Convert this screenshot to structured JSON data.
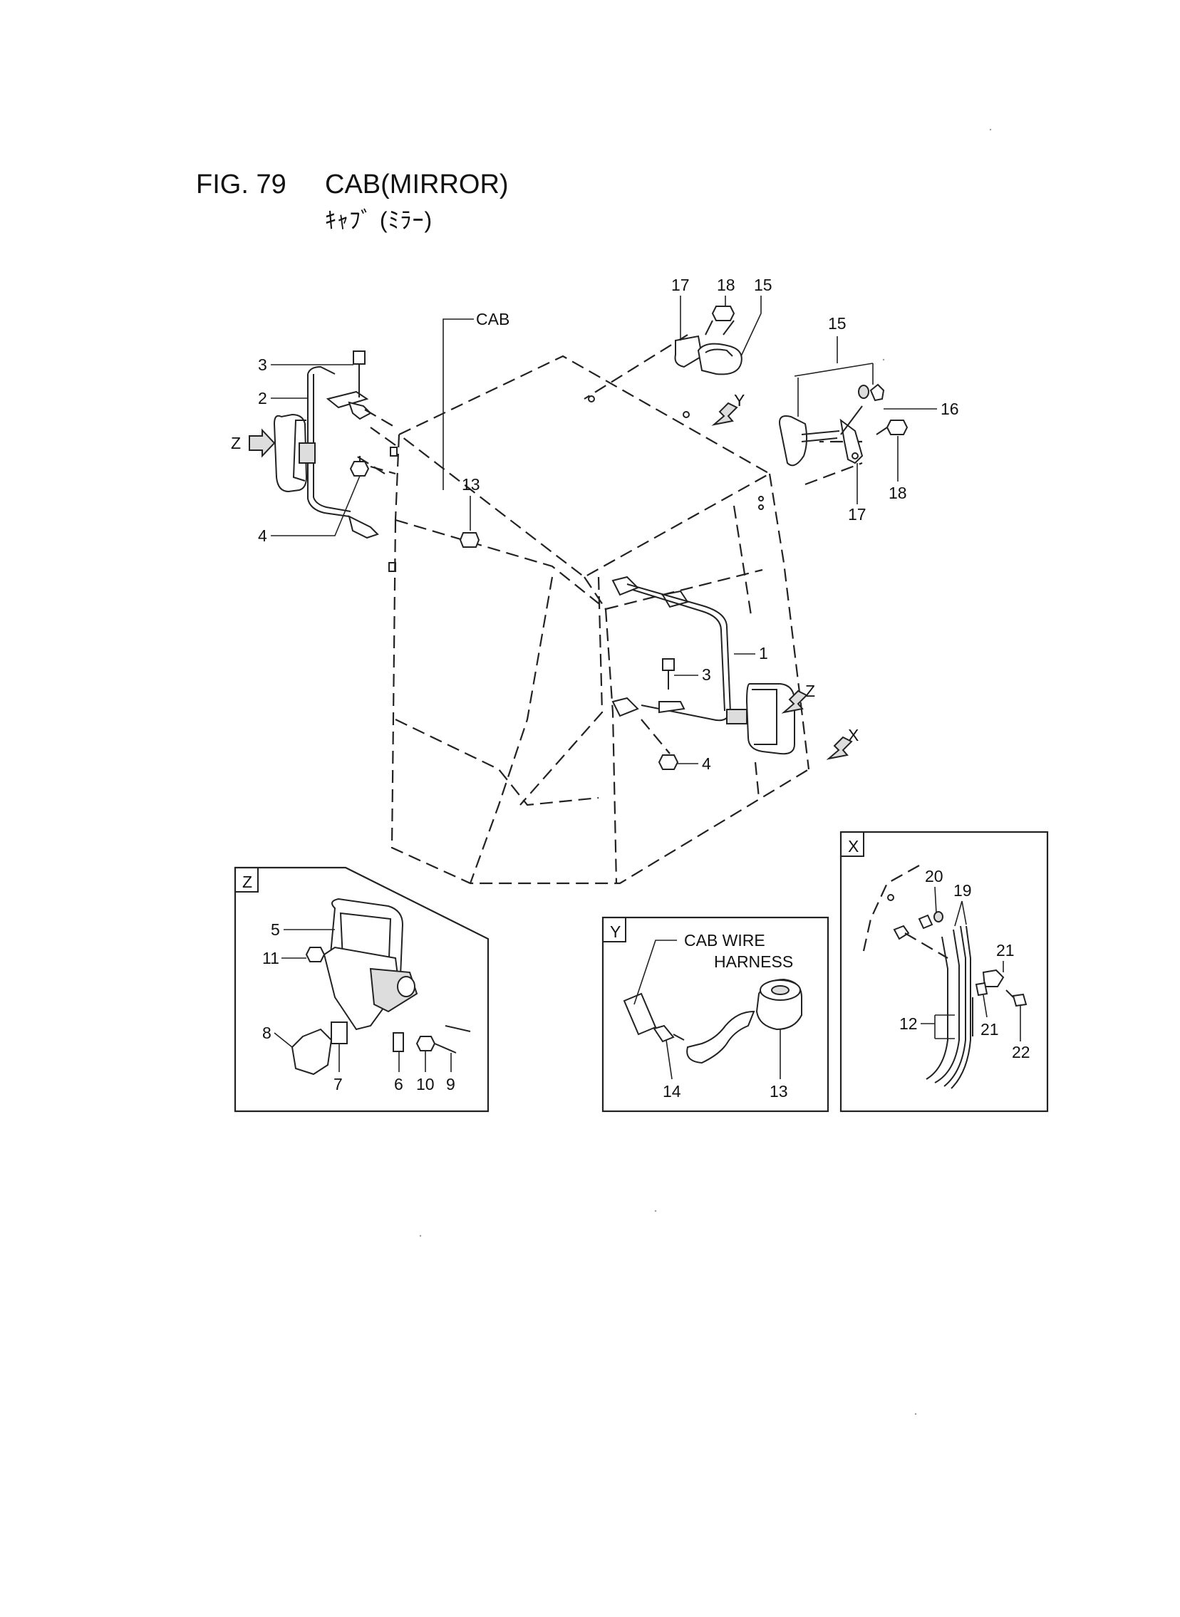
{
  "header": {
    "fig_number": "FIG. 79",
    "title": "CAB(MIRROR)",
    "subtitle": "ｷｬﾌﾞ (ﾐﾗｰ)"
  },
  "main": {
    "cab_label": "CAB",
    "view_arrows": {
      "z": "Z",
      "y": "Y",
      "x": "X"
    },
    "callouts": {
      "p1": "1",
      "p2": "2",
      "p3": "3",
      "p4": "4",
      "p13": "13",
      "p15": "15",
      "p16": "16",
      "p17": "17",
      "p18": "18"
    }
  },
  "detail_z": {
    "title": "Z",
    "callouts": {
      "p5": "5",
      "p6": "6",
      "p7": "7",
      "p8": "8",
      "p9": "9",
      "p10": "10",
      "p11": "11"
    }
  },
  "detail_y": {
    "title": "Y",
    "note_line1": "CAB WIRE",
    "note_line2": "HARNESS",
    "callouts": {
      "p13": "13",
      "p14": "14"
    }
  },
  "detail_x": {
    "title": "X",
    "callouts": {
      "p12": "12",
      "p19": "19",
      "p20": "20",
      "p21": "21",
      "p22": "22"
    }
  }
}
